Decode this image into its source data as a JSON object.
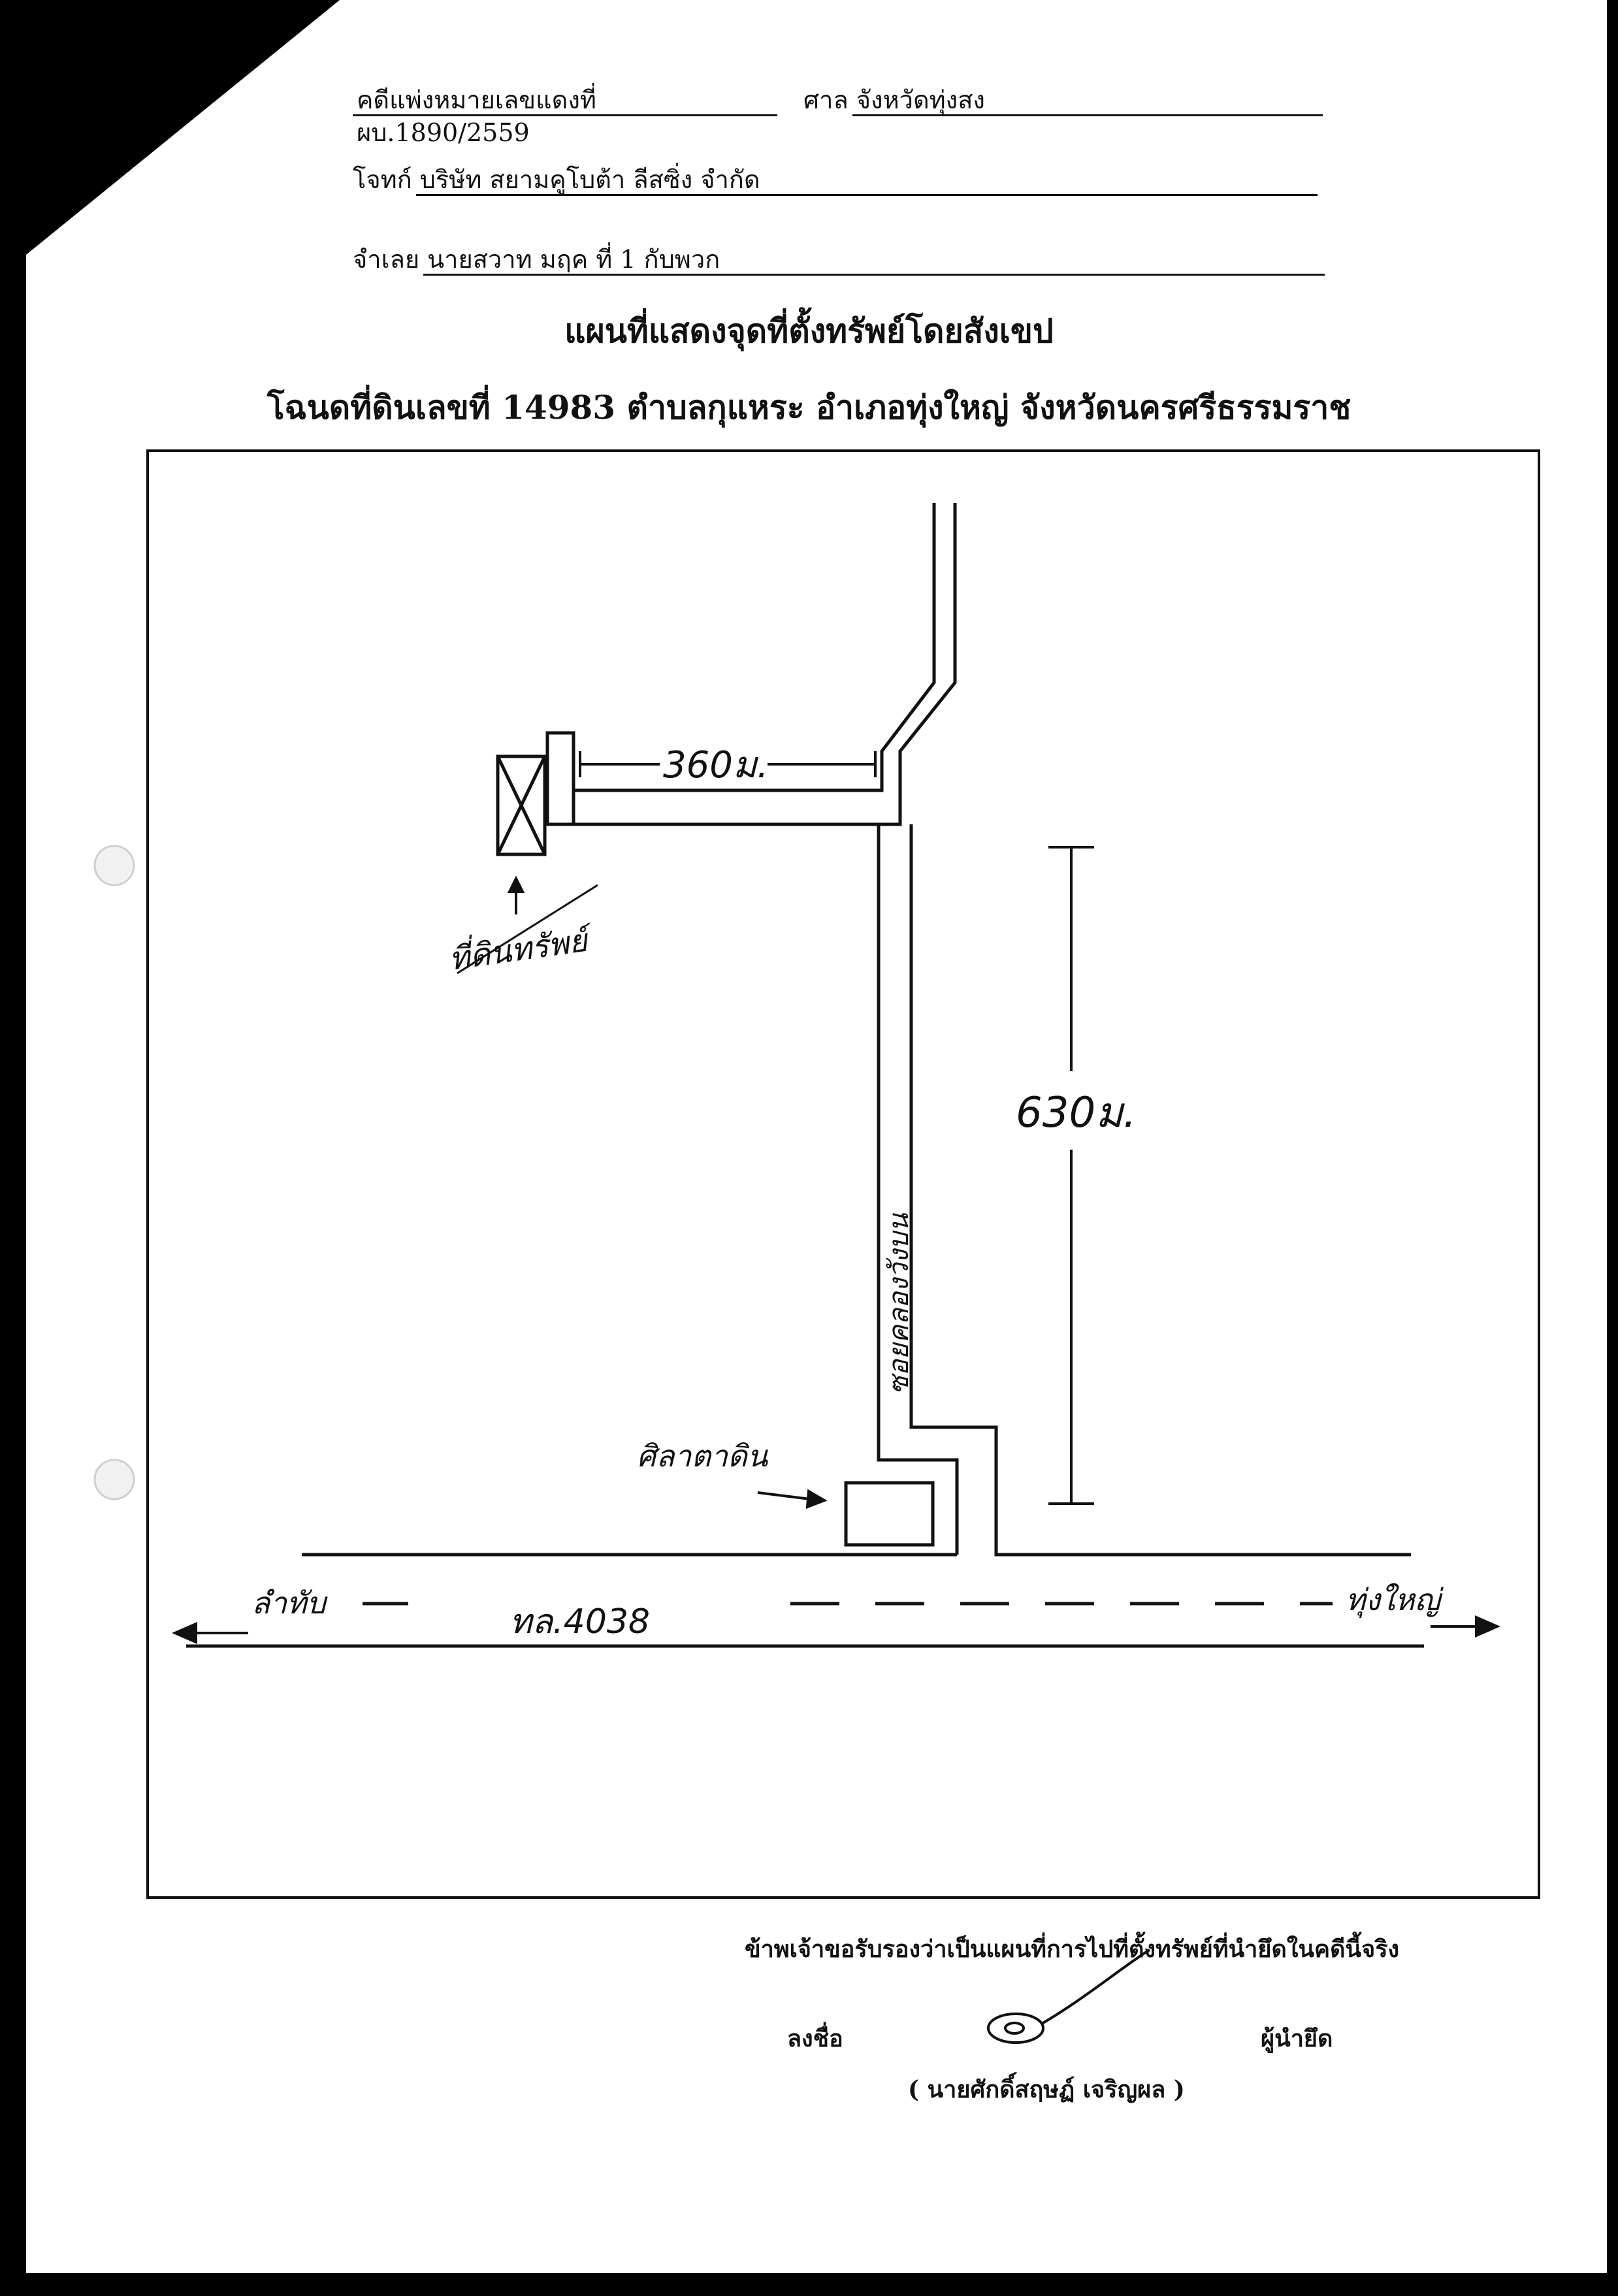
{
  "case_header": {
    "case_label": "คดีแพ่งหมายเลขแดงที่",
    "case_number": "ผบ.1890/2559",
    "court_label": "ศาล",
    "court_name": "จังหวัดทุ่งสง",
    "plaintiff_label": "โจทก์",
    "plaintiff_name": "บริษัท สยามคูโบต้า ลีสซิ่ง จำกัด",
    "defendant_label": "จำเลย",
    "defendant_name": "นายสวาท มฤค ที่ 1 กับพวก"
  },
  "titles": {
    "map_title": "แผนที่แสดงจุดที่ตั้งทรัพย์โดยสังเขป",
    "deed_title": "โฉนดที่ดินเลขที่ 14983 ตำบลกุแหระ อำเภอทุ่งใหญ่ จังหวัดนครศรีธรรมราช"
  },
  "sketch": {
    "distance_top": "360ม.",
    "distance_right": "630ม.",
    "property_label": "ที่ดินทรัพย์",
    "side_road_label": "ซอยคลองวังบน",
    "landmark_label": "ศิลาตาดิน",
    "main_road_label": "ทล.4038",
    "left_direction": "ลำทับ",
    "right_direction": "ทุ่งใหญ่"
  },
  "certification": {
    "statement": "ข้าพเจ้าขอรับรองว่าเป็นแผนที่การไปที่ตั้งทรัพย์ที่นำยึดในคดีนี้จริง",
    "sign_label": "ลงชื่อ",
    "role_label": "ผู้นำยึด",
    "signer_name": "( นายศักดิ์สฤษฏ์ เจริญผล )"
  }
}
